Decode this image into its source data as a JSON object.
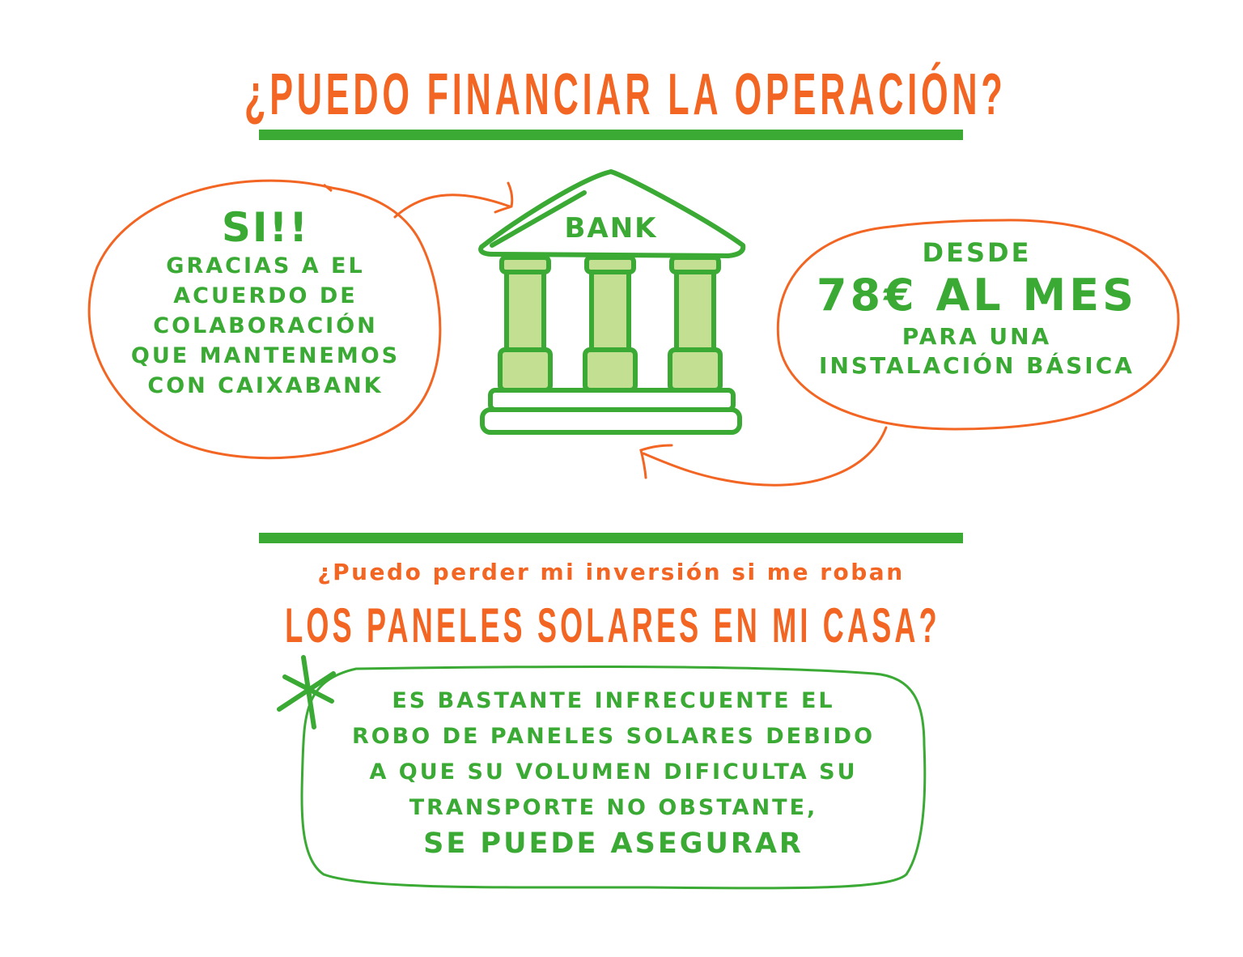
{
  "colors": {
    "green": "#3aaa35",
    "orange": "#f26522",
    "light_green": "#c2df92"
  },
  "section1": {
    "title": "¿PUEDO FINANCIAR LA OPERACIÓN?",
    "left_bubble": {
      "headline": "SI!!",
      "lines": [
        "GRACIAS A EL",
        "ACUERDO DE",
        "COLABORACIÓN",
        "QUE MANTENEMOS",
        "CON CAIXABANK"
      ]
    },
    "bank_label": "BANK",
    "right_bubble": {
      "line1": "DESDE",
      "price": "78€ AL MES",
      "line3": "PARA UNA",
      "line4": "INSTALACIÓN BÁSICA"
    }
  },
  "section2": {
    "question": "¿Puedo perder mi inversión si me roban",
    "title": "LOS PANELES SOLARES EN MI CASA?",
    "answer_lines": [
      "ES BASTANTE INFRECUENTE EL",
      "ROBO DE PANELES SOLARES DEBIDO",
      "A QUE SU VOLUMEN DIFICULTA SU",
      "TRANSPORTE NO OBSTANTE,"
    ],
    "answer_emphasis": "SE PUEDE ASEGURAR"
  }
}
